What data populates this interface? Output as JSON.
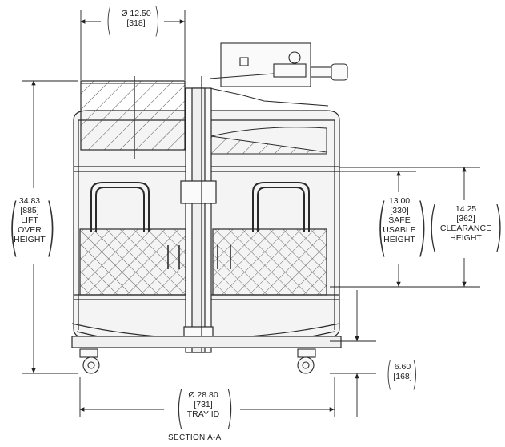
{
  "diagram": {
    "caption": "SECTION A-A",
    "dims": {
      "top_diameter": {
        "line1": "Ø 12.50",
        "line2": "[318]"
      },
      "lift_over": {
        "line1": "34.83",
        "line2": "[885]",
        "line3": "LIFT",
        "line4": "OVER",
        "line5": "HEIGHT"
      },
      "safe_usable": {
        "line1": "13.00",
        "line2": "[330]",
        "line3": "SAFE",
        "line4": "USABLE",
        "line5": "HEIGHT"
      },
      "clearance": {
        "line1": "14.25",
        "line2": "[362]",
        "line3": "CLEARANCE",
        "line4": "HEIGHT"
      },
      "base_height": {
        "line1": "6.60",
        "line2": "[168]"
      },
      "tray_id": {
        "line1": "Ø 28.80",
        "line2": "[731]",
        "line3": "TRAY ID"
      }
    },
    "colors": {
      "line": "#2a2a2a",
      "hatch": "#555555",
      "fill": "#f4f4f4"
    }
  }
}
